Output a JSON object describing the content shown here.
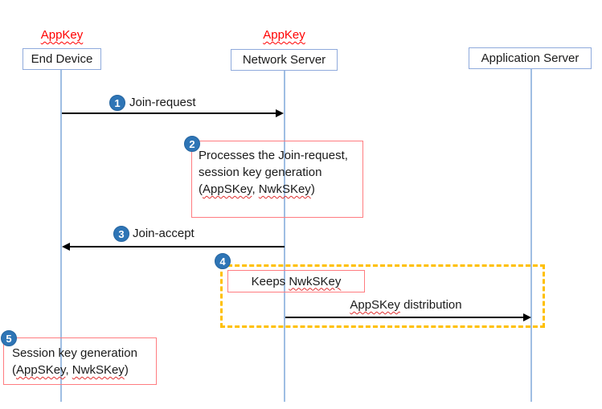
{
  "colors": {
    "accent_blue": "#2E75B6",
    "red_border": "#FF7C80",
    "red_text": "#FF0000",
    "gold_dash": "#FFC000",
    "lifeline_blue": "#9FBEE3",
    "arrow_black": "#000000"
  },
  "actors": [
    {
      "key_label": "AppKey",
      "label": "End Device"
    },
    {
      "key_label": "AppKey",
      "label": "Network Server"
    },
    {
      "label": "Application Server"
    }
  ],
  "steps": {
    "s1": {
      "num": "1",
      "label": "Join-request"
    },
    "s2": {
      "num": "2",
      "line1": "Processes the Join-request,",
      "line2": "session key generation",
      "paren_open": "(",
      "key1": "AppSKey",
      "separator": ", ",
      "key2": "NwkSKey",
      "paren_close": ")"
    },
    "s3": {
      "num": "3",
      "label": "Join-accept"
    },
    "s4": {
      "num": "4",
      "box_prefix": "Keeps ",
      "box_key": "NwkSKey",
      "arrow_key": "AppSKey",
      "arrow_suffix": " distribution"
    },
    "s5": {
      "num": "5",
      "line1": "Session key generation",
      "paren_open": "(",
      "key1": "AppSKey",
      "separator": ", ",
      "key2": "NwkSKey",
      "paren_close": ")"
    }
  }
}
